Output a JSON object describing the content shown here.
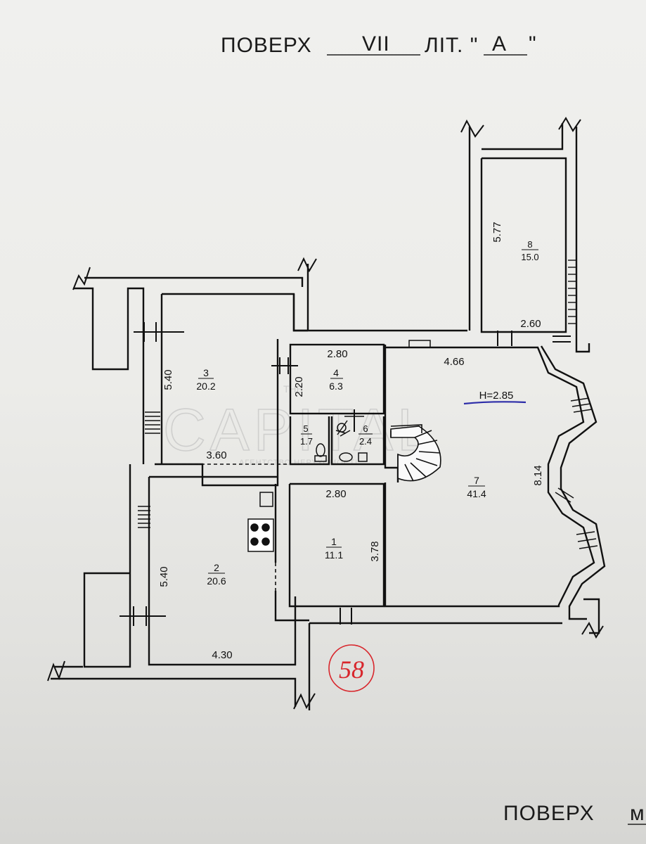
{
  "header": {
    "floor_label": "ПОВЕРХ",
    "floor_number": "VII",
    "letter_label": "ЛІТ. \"",
    "letter_value": "А",
    "letter_close": "\""
  },
  "footer": {
    "floor_label": "ПОВЕРХ",
    "floor_number_partial": "м"
  },
  "ceiling_height": "Н=2.85",
  "rooms": [
    {
      "number": "1",
      "area": "11.1"
    },
    {
      "number": "2",
      "area": "20.6"
    },
    {
      "number": "3",
      "area": "20.2"
    },
    {
      "number": "4",
      "area": "6.3"
    },
    {
      "number": "5",
      "area": "1.7"
    },
    {
      "number": "6",
      "area": "2.4"
    },
    {
      "number": "7",
      "area": "41.4"
    },
    {
      "number": "8",
      "area": "15.0"
    }
  ],
  "dimensions": {
    "room8_height": "5.77",
    "room8_width": "2.60",
    "room3_height": "5.40",
    "room3_width": "3.60",
    "room4_width": "2.80",
    "room4_height": "2.20",
    "room7_top": "4.66",
    "room7_height": "8.14",
    "room1_width": "2.80",
    "room1_height": "3.78",
    "room2_height": "5.40",
    "room2_width": "4.30"
  },
  "stamp": "58",
  "watermark": {
    "main": "CAPITAL",
    "prefix": "THE",
    "sub": "АГЕНТСТВО НЕРУХОМОСТІ"
  },
  "colors": {
    "paper": "#ececea",
    "ink": "#111111",
    "stamp_red": "#d8262c",
    "height_mark_blue": "#2c2ca8",
    "watermark_gray": "#b9b9b9"
  }
}
